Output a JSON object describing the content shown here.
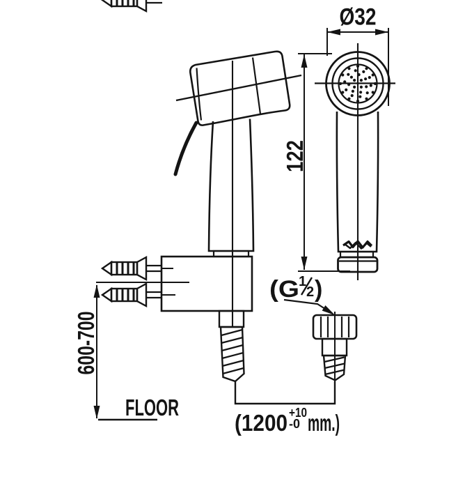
{
  "labels": {
    "diameter": "Ø32",
    "head_length": "122",
    "install_height": "600-700",
    "floor": "FLOOR",
    "thread_prefix": "(G",
    "thread_numerator": "1",
    "thread_denominator": "2",
    "thread_suffix": ")",
    "hose_prefix": "(1200",
    "hose_tolerance_plus": "+10",
    "hose_tolerance_minus": "-0",
    "hose_suffix": "mm.)"
  },
  "colors": {
    "line": "#141414",
    "background": "#ffffff"
  }
}
